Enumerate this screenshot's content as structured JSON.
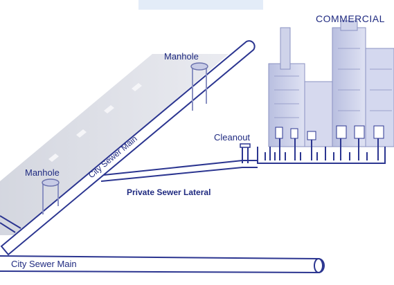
{
  "header": {
    "sector_label": "COMMERCIAL"
  },
  "diagram": {
    "manhole_upper_label": "Manhole",
    "manhole_lower_label": "Manhole",
    "city_sewer_main_diagonal_label": "City Sewer Main",
    "city_sewer_main_bottom_label": "City Sewer Main",
    "cleanout_label": "Cleanout",
    "private_lateral_label": "Private Sewer Lateral"
  },
  "colors": {
    "pipe_stroke": "#2b3590",
    "label_text": "#1f2a80",
    "heading_text": "#2a3a9c",
    "street_shadow": "#d7d9e3",
    "building_fill": "#c9cde6",
    "building_dark": "#8a91c2"
  }
}
